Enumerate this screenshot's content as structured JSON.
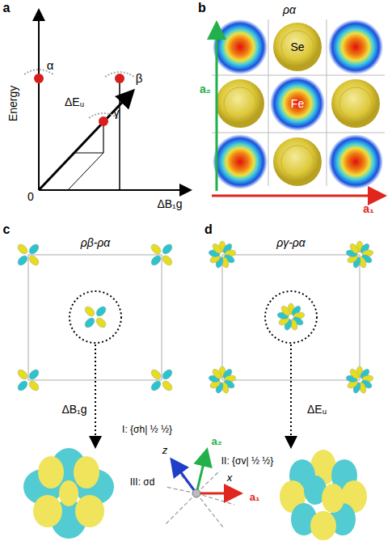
{
  "diagram": {
    "labels": [
      "a",
      "Energy",
      "α",
      "β",
      "γ",
      "ΔEᵤ",
      "0",
      "ΔB₁g",
      "b",
      "ρα",
      "Se",
      "Fe",
      "a₂",
      "a₁",
      "c",
      "ρβ-ρα",
      "ΔB₁g",
      "d",
      "ργ-ρα",
      "ΔEᵤ",
      "I: {σh| ½ ½}",
      "II: {σv| ½ ½}",
      "III: σd",
      "z",
      "a₂",
      "x",
      "a₁"
    ]
  }
}
